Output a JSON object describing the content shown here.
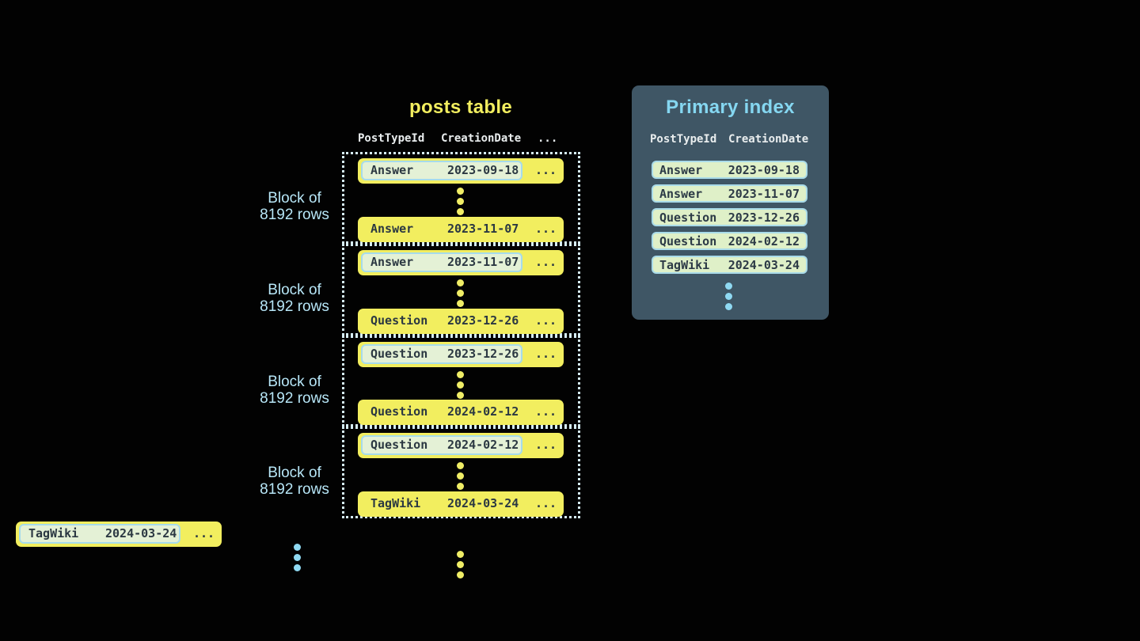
{
  "colors": {
    "background": "#020202",
    "row_yellow": "#f2ee5f",
    "row_text_dark": "#2b3842",
    "highlight_green": "#e4f1d6",
    "highlight_border_blue": "#a6dbeb",
    "index_row_green": "#dff0c8",
    "panel_slate": "#3f5665",
    "accent_light_blue": "#8fd9f2",
    "header_text": "#e9edee",
    "dotted_border": "#d6edf5"
  },
  "posts_table": {
    "title": "posts table",
    "headers": {
      "col1": "PostTypeId",
      "col2": "CreationDate",
      "col3": "..."
    },
    "blocks": [
      {
        "label_line1": "Block of",
        "label_line2": "8192 rows",
        "first_row": {
          "post_type": "Answer",
          "creation_date": "2023-09-18",
          "more": "..."
        },
        "last_row": {
          "post_type": "Answer",
          "creation_date": "2023-11-07",
          "more": "..."
        }
      },
      {
        "label_line1": "Block of",
        "label_line2": "8192 rows",
        "first_row": {
          "post_type": "Answer",
          "creation_date": "2023-11-07",
          "more": "..."
        },
        "last_row": {
          "post_type": "Question",
          "creation_date": "2023-12-26",
          "more": "..."
        }
      },
      {
        "label_line1": "Block of",
        "label_line2": "8192 rows",
        "first_row": {
          "post_type": "Question",
          "creation_date": "2023-12-26",
          "more": "..."
        },
        "last_row": {
          "post_type": "Question",
          "creation_date": "2024-02-12",
          "more": "..."
        }
      },
      {
        "label_line1": "Block of",
        "label_line2": "8192 rows",
        "first_row": {
          "post_type": "Question",
          "creation_date": "2024-02-12",
          "more": "..."
        },
        "last_row": {
          "post_type": "TagWiki",
          "creation_date": "2024-03-24",
          "more": "..."
        }
      }
    ],
    "overflow_row": {
      "post_type": "TagWiki",
      "creation_date": "2024-03-24",
      "more": "..."
    }
  },
  "primary_index": {
    "title": "Primary index",
    "headers": {
      "col1": "PostTypeId",
      "col2": "CreationDate"
    },
    "rows": [
      {
        "post_type": "Answer",
        "creation_date": "2023-09-18"
      },
      {
        "post_type": "Answer",
        "creation_date": "2023-11-07"
      },
      {
        "post_type": "Question",
        "creation_date": "2023-12-26"
      },
      {
        "post_type": "Question",
        "creation_date": "2024-02-12"
      },
      {
        "post_type": "TagWiki",
        "creation_date": "2024-03-24"
      }
    ]
  }
}
